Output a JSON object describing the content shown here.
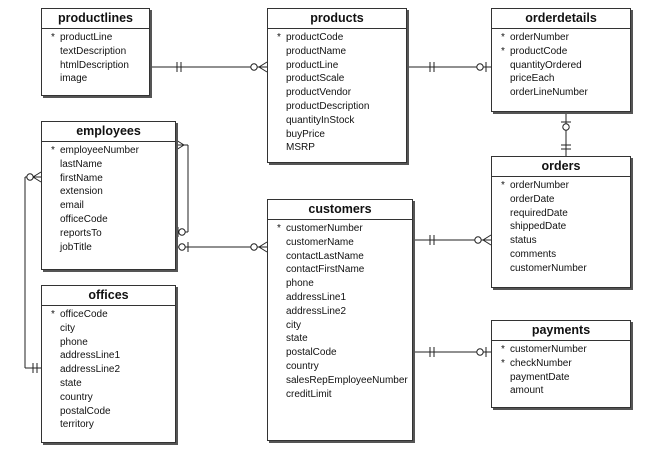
{
  "entities": [
    {
      "name": "productlines",
      "attributes": [
        {
          "pk": true,
          "name": "productLine"
        },
        {
          "pk": false,
          "name": "textDescription"
        },
        {
          "pk": false,
          "name": "htmlDescription"
        },
        {
          "pk": false,
          "name": "image"
        }
      ]
    },
    {
      "name": "products",
      "attributes": [
        {
          "pk": true,
          "name": "productCode"
        },
        {
          "pk": false,
          "name": "productName"
        },
        {
          "pk": false,
          "name": "productLine"
        },
        {
          "pk": false,
          "name": "productScale"
        },
        {
          "pk": false,
          "name": "productVendor"
        },
        {
          "pk": false,
          "name": "productDescription"
        },
        {
          "pk": false,
          "name": "quantityInStock"
        },
        {
          "pk": false,
          "name": "buyPrice"
        },
        {
          "pk": false,
          "name": "MSRP"
        }
      ]
    },
    {
      "name": "orderdetails",
      "attributes": [
        {
          "pk": true,
          "name": "orderNumber"
        },
        {
          "pk": true,
          "name": "productCode"
        },
        {
          "pk": false,
          "name": "quantityOrdered"
        },
        {
          "pk": false,
          "name": "priceEach"
        },
        {
          "pk": false,
          "name": "orderLineNumber"
        }
      ]
    },
    {
      "name": "employees",
      "attributes": [
        {
          "pk": true,
          "name": "employeeNumber"
        },
        {
          "pk": false,
          "name": "lastName"
        },
        {
          "pk": false,
          "name": "firstName"
        },
        {
          "pk": false,
          "name": "extension"
        },
        {
          "pk": false,
          "name": "email"
        },
        {
          "pk": false,
          "name": "officeCode"
        },
        {
          "pk": false,
          "name": "reportsTo"
        },
        {
          "pk": false,
          "name": "jobTitle"
        }
      ]
    },
    {
      "name": "orders",
      "attributes": [
        {
          "pk": true,
          "name": "orderNumber"
        },
        {
          "pk": false,
          "name": "orderDate"
        },
        {
          "pk": false,
          "name": "requiredDate"
        },
        {
          "pk": false,
          "name": "shippedDate"
        },
        {
          "pk": false,
          "name": "status"
        },
        {
          "pk": false,
          "name": "comments"
        },
        {
          "pk": false,
          "name": "customerNumber"
        }
      ]
    },
    {
      "name": "customers",
      "attributes": [
        {
          "pk": true,
          "name": "customerNumber"
        },
        {
          "pk": false,
          "name": "customerName"
        },
        {
          "pk": false,
          "name": "contactLastName"
        },
        {
          "pk": false,
          "name": "contactFirstName"
        },
        {
          "pk": false,
          "name": "phone"
        },
        {
          "pk": false,
          "name": "addressLine1"
        },
        {
          "pk": false,
          "name": "addressLine2"
        },
        {
          "pk": false,
          "name": "city"
        },
        {
          "pk": false,
          "name": "state"
        },
        {
          "pk": false,
          "name": "postalCode"
        },
        {
          "pk": false,
          "name": "country"
        },
        {
          "pk": false,
          "name": "salesRepEmployeeNumber"
        },
        {
          "pk": false,
          "name": "creditLimit"
        }
      ]
    },
    {
      "name": "offices",
      "attributes": [
        {
          "pk": true,
          "name": "officeCode"
        },
        {
          "pk": false,
          "name": "city"
        },
        {
          "pk": false,
          "name": "phone"
        },
        {
          "pk": false,
          "name": "addressLine1"
        },
        {
          "pk": false,
          "name": "addressLine2"
        },
        {
          "pk": false,
          "name": "state"
        },
        {
          "pk": false,
          "name": "country"
        },
        {
          "pk": false,
          "name": "postalCode"
        },
        {
          "pk": false,
          "name": "territory"
        }
      ]
    },
    {
      "name": "payments",
      "attributes": [
        {
          "pk": true,
          "name": "customerNumber"
        },
        {
          "pk": true,
          "name": "checkNumber"
        },
        {
          "pk": false,
          "name": "paymentDate"
        },
        {
          "pk": false,
          "name": "amount"
        }
      ]
    }
  ],
  "pk_marker": "*",
  "relationships": [
    {
      "from": "productlines",
      "to": "products",
      "from_end": "one-and-only-one",
      "to_end": "zero-or-many"
    },
    {
      "from": "products",
      "to": "orderdetails",
      "from_end": "one-and-only-one",
      "to_end": "zero-or-one"
    },
    {
      "from": "orderdetails",
      "to": "orders",
      "from_end": "zero-or-one",
      "to_end": "one-and-only-one"
    },
    {
      "from": "employees",
      "to": "customers",
      "from_end": "zero-or-one",
      "to_end": "zero-or-many"
    },
    {
      "from": "employees",
      "to": "employees",
      "from_end": "zero-or-one",
      "to_end": "zero-or-many"
    },
    {
      "from": "offices",
      "to": "employees",
      "from_end": "one-and-only-one",
      "to_end": "zero-or-many"
    },
    {
      "from": "customers",
      "to": "orders",
      "from_end": "one-and-only-one",
      "to_end": "zero-or-many"
    },
    {
      "from": "customers",
      "to": "payments",
      "from_end": "one-and-only-one",
      "to_end": "zero-or-one"
    }
  ],
  "line_color": "#222222",
  "border_color": "#333333"
}
